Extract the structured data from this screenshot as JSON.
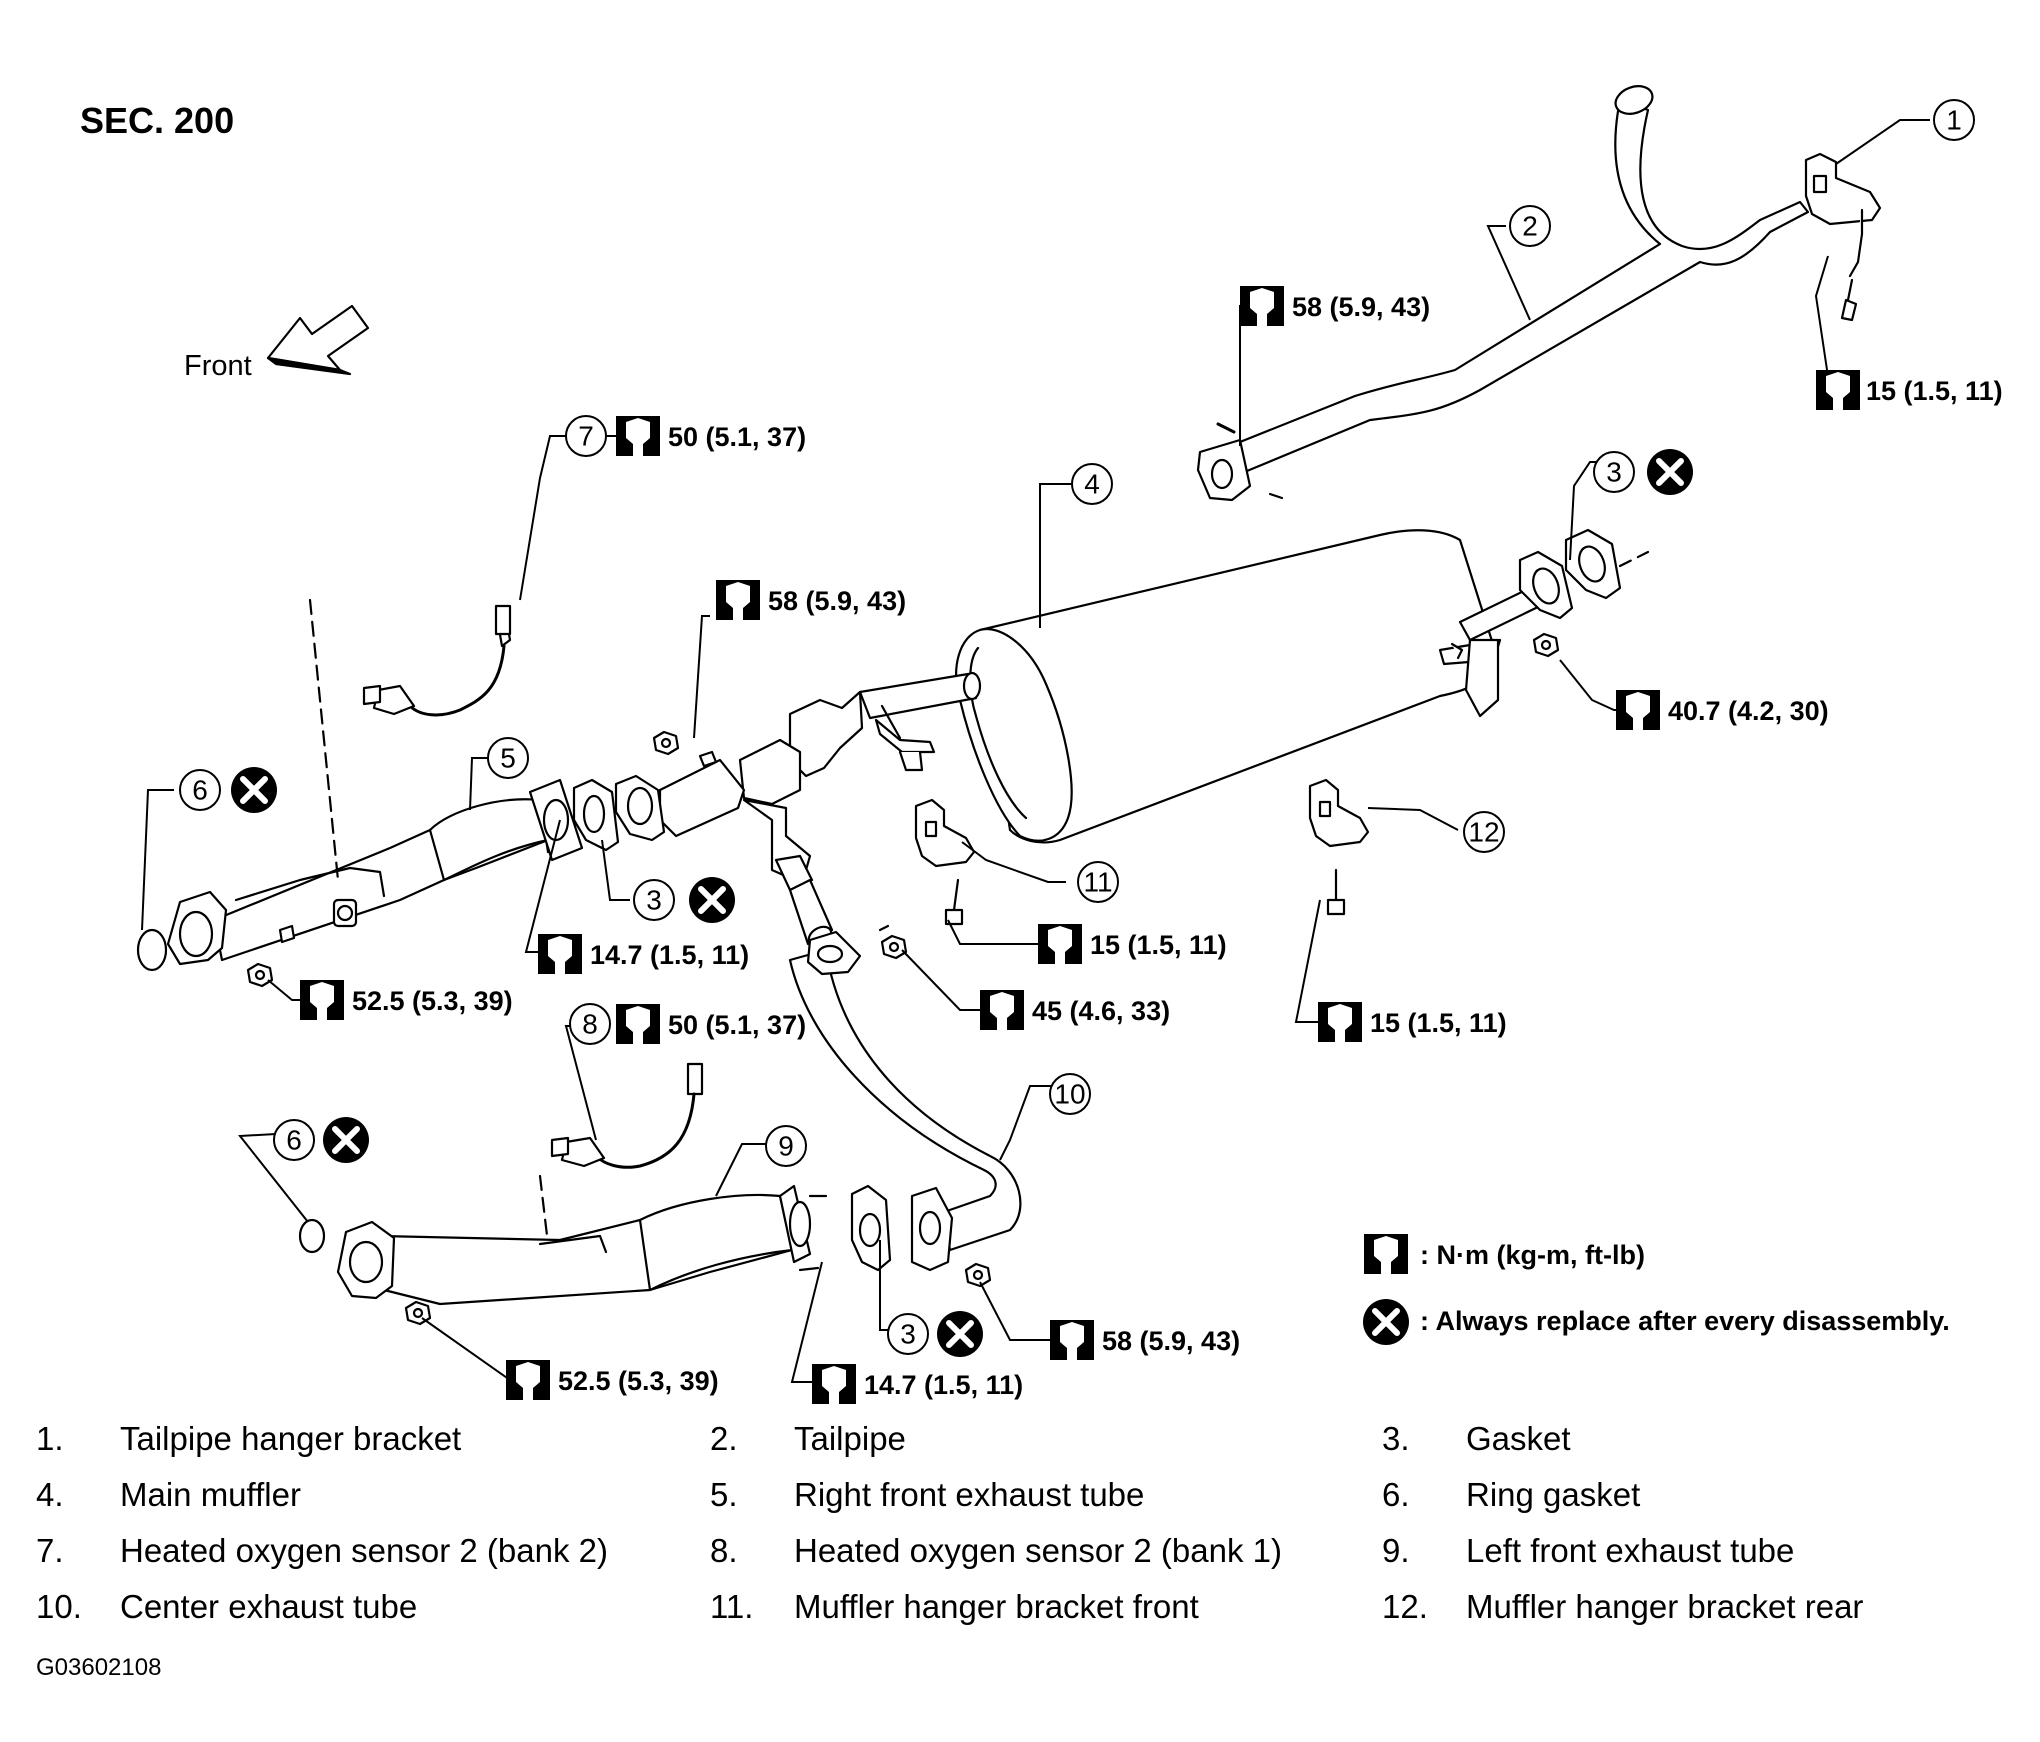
{
  "section": "SEC. 200",
  "front_label": "Front",
  "doc_code": "G03602108",
  "callouts": {
    "c1": "1",
    "c2": "2",
    "c3a": "3",
    "c3b": "3",
    "c3c": "3",
    "c4": "4",
    "c5": "5",
    "c6a": "6",
    "c6b": "6",
    "c7": "7",
    "c8": "8",
    "c9": "9",
    "c10": "10",
    "c11": "11",
    "c12": "12"
  },
  "torques": {
    "t_tail_flange": "58 (5.9, 43)",
    "t_hanger1": "15 (1.5, 11)",
    "t_s7": "50 (5.1, 37)",
    "t_mid_nut": "58 (5.9, 43)",
    "t_rear_nut": "40.7 (4.2, 30)",
    "t_r_flange": "14.7 (1.5, 11)",
    "t_r_manifold": "52.5 (5.3, 39)",
    "t_h11": "15 (1.5, 11)",
    "t_center": "45 (4.6, 33)",
    "t_h12": "15 (1.5, 11)",
    "t_s8": "50 (5.1, 37)",
    "t_l_manifold": "52.5 (5.3, 39)",
    "t_l_flange": "14.7 (1.5, 11)",
    "t_l_nut": "58 (5.9, 43)"
  },
  "key": {
    "torque_unit": ": N·m (kg-m, ft-lb)",
    "replace": ": Always replace after every disassembly."
  },
  "legend": [
    {
      "num": "1.",
      "text": "Tailpipe hanger bracket"
    },
    {
      "num": "2.",
      "text": "Tailpipe"
    },
    {
      "num": "3.",
      "text": "Gasket"
    },
    {
      "num": "4.",
      "text": "Main muffler"
    },
    {
      "num": "5.",
      "text": "Right front exhaust tube"
    },
    {
      "num": "6.",
      "text": "Ring gasket"
    },
    {
      "num": "7.",
      "text": "Heated oxygen sensor 2 (bank 2)"
    },
    {
      "num": "8.",
      "text": "Heated oxygen sensor 2 (bank 1)"
    },
    {
      "num": "9.",
      "text": "Left front exhaust tube"
    },
    {
      "num": "10.",
      "text": "Center exhaust tube"
    },
    {
      "num": "11.",
      "text": "Muffler hanger bracket front"
    },
    {
      "num": "12.",
      "text": "Muffler hanger bracket rear"
    }
  ]
}
